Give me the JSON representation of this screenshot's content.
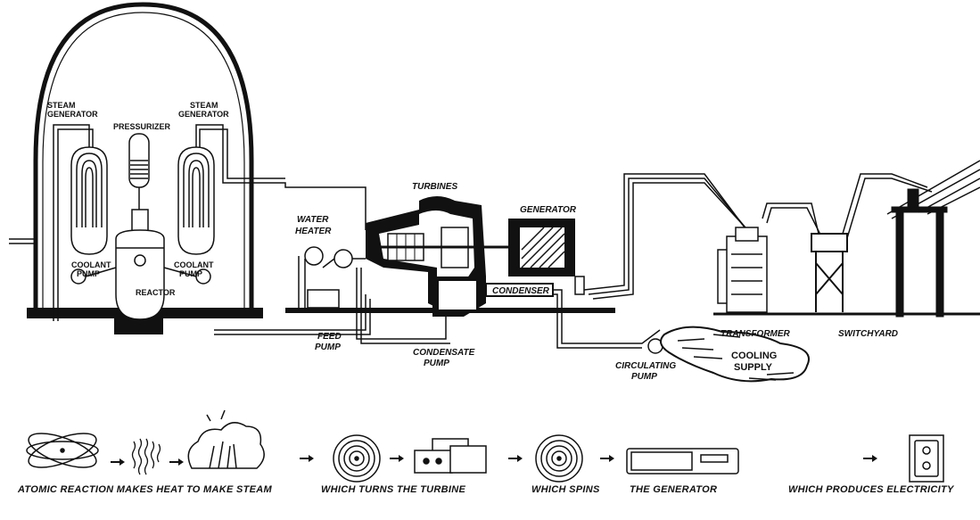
{
  "labels": {
    "steam_generator_left_1": "STEAM",
    "steam_generator_left_2": "GENERATOR",
    "steam_generator_right_1": "STEAM",
    "steam_generator_right_2": "GENERATOR",
    "pressurizer": "PRESSURIZER",
    "coolant_pump_left_1": "COOLANT",
    "coolant_pump_left_2": "PUMP",
    "coolant_pump_right_1": "COOLANT",
    "coolant_pump_right_2": "PUMP",
    "reactor": "REACTOR",
    "water_heater_1": "WATER",
    "water_heater_2": "HEATER",
    "turbines": "TURBINES",
    "generator": "GENERATOR",
    "condenser": "CONDENSER",
    "feed_pump_1": "FEED",
    "feed_pump_2": "PUMP",
    "condensate_pump_1": "CONDENSATE",
    "condensate_pump_2": "PUMP",
    "circulating_pump_1": "CIRCULATING",
    "circulating_pump_2": "PUMP",
    "transformer": "TRANSFORMER",
    "switchyard": "SWITCHYARD",
    "cooling_supply_1": "COOLING",
    "cooling_supply_2": "SUPPLY"
  },
  "captions": {
    "step1": "ATOMIC REACTION MAKES HEAT TO MAKE STEAM",
    "step2": "WHICH TURNS THE TURBINE",
    "step3": "WHICH SPINS",
    "step4": "THE GENERATOR",
    "step5": "WHICH PRODUCES ELECTRICITY"
  },
  "colors": {
    "ink": "#111111",
    "paper": "#ffffff"
  }
}
